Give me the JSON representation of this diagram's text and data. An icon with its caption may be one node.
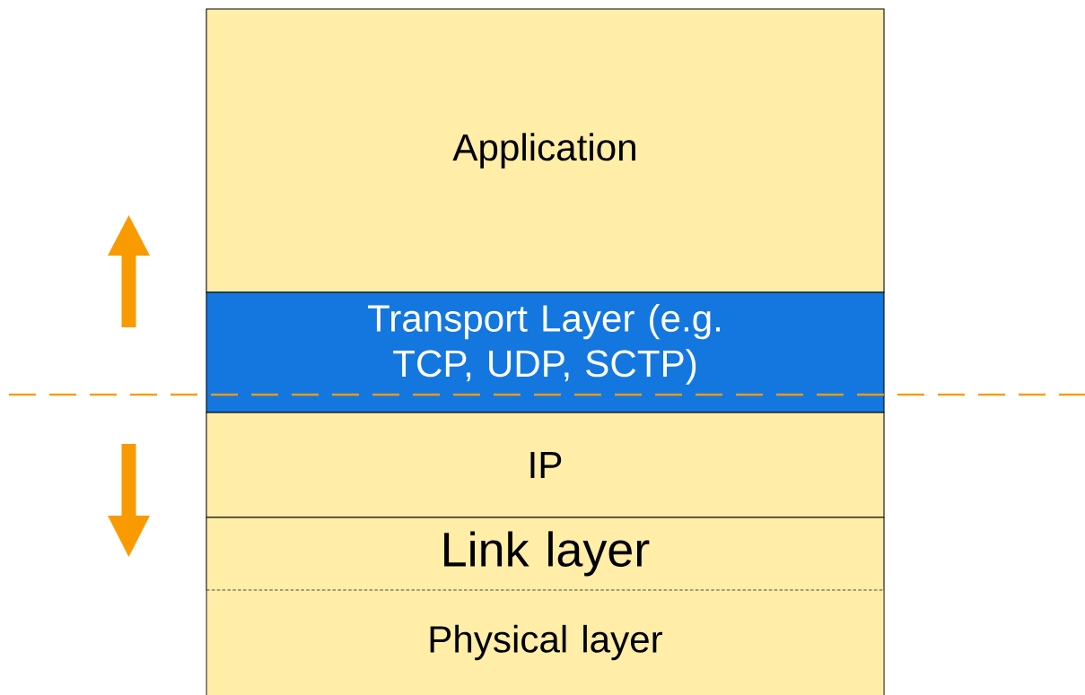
{
  "diagram": {
    "nodes": [
      {
        "text": [
          "Application"
        ]
      },
      {
        "text": [
          "Transport Layer (e.g. TCP, UDP, SCTP)"
        ]
      },
      {
        "text": [
          "IP"
        ]
      },
      {
        "text": [
          "Link layer"
        ]
      },
      {
        "text": [
          "Physical layer"
        ]
      }
    ]
  }
}
